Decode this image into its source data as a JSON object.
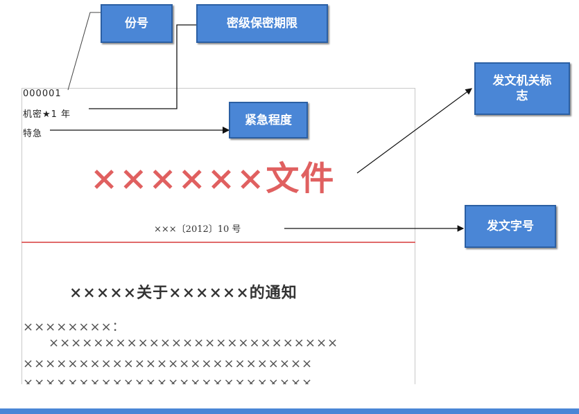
{
  "labels": {
    "copy_number": "份号",
    "security_level": "密级保密期限",
    "urgency": "紧急程度",
    "issuing_org_mark": "发文机关标志",
    "document_number": "发文字号"
  },
  "document": {
    "copy_no": "000001",
    "classification": "机密★1 年",
    "urgency": "特急",
    "org_title": "××××××文件",
    "doc_number": "×××〔2012〕10 号",
    "notice_title": "×××××关于××××××的通知",
    "salutation": "××××××××：",
    "body_line_1": "××××××××××××××××××××××××××",
    "body_line_2": "××××××××××××××××××××××××××",
    "body_line_3": "××××××××××××××××××××××××××"
  },
  "colors": {
    "label_fill": "#4a86d6",
    "title_red": "#e06060"
  }
}
